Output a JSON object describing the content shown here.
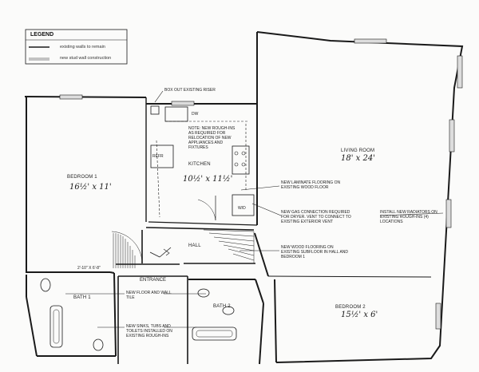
{
  "legend": {
    "title": "LEGEND",
    "items": [
      {
        "label": "existing walls to remain"
      },
      {
        "label": "new stud wall construction"
      }
    ]
  },
  "rooms": {
    "living_room": {
      "name": "LIVING ROOM",
      "dims": "18' x 24'"
    },
    "bedroom1": {
      "name": "BEDROOM 1",
      "dims": "16½' x 11'"
    },
    "kitchen": {
      "name": "KITCHEN",
      "dims": "10½' x 11½'"
    },
    "hall": {
      "name": "HALL"
    },
    "bath1": {
      "name": "BATH 1"
    },
    "bath2": {
      "name": "BATH 2"
    },
    "bedroom2": {
      "name": "BEDROOM 2",
      "dims": "15½' x 6'"
    },
    "entrance": "ENTRANCE"
  },
  "fixture_labels": {
    "dw": "DW",
    "refr": "REFR",
    "wd": "W/D",
    "door_width": "2'-10\" x 6'-8\""
  },
  "notes": {
    "riser": "BOX OUT EXISTING RISER",
    "roughins": "NOTE: NEW ROUGH-INS AS REQUIRED FOR RELOCATION OF NEW APPLIANCES AND FIXTURES",
    "laminate": "NEW LAMINATE FLOORING ON EXISTING WOOD FLOOR",
    "gas": "NEW GAS CONNECTION REQUIRED FOR DRYER. VENT TO CONNECT TO EXISTING EXTERIOR VENT",
    "radiators": "INSTALL NEW RADIATORS ON EXISTING ROUGH-INS (4) LOCATIONS",
    "wood_flooring": "NEW WOOD FLOORING ON EXISTING SUBFLOOR IN HALL AND BEDROOM 1",
    "floor_wall_tile": "NEW FLOOR AND WALL TILE",
    "sinks_tubs": "NEW SINKS, TUBS AND TOILETS INSTALLED ON EXISTING ROUGH-INS"
  }
}
